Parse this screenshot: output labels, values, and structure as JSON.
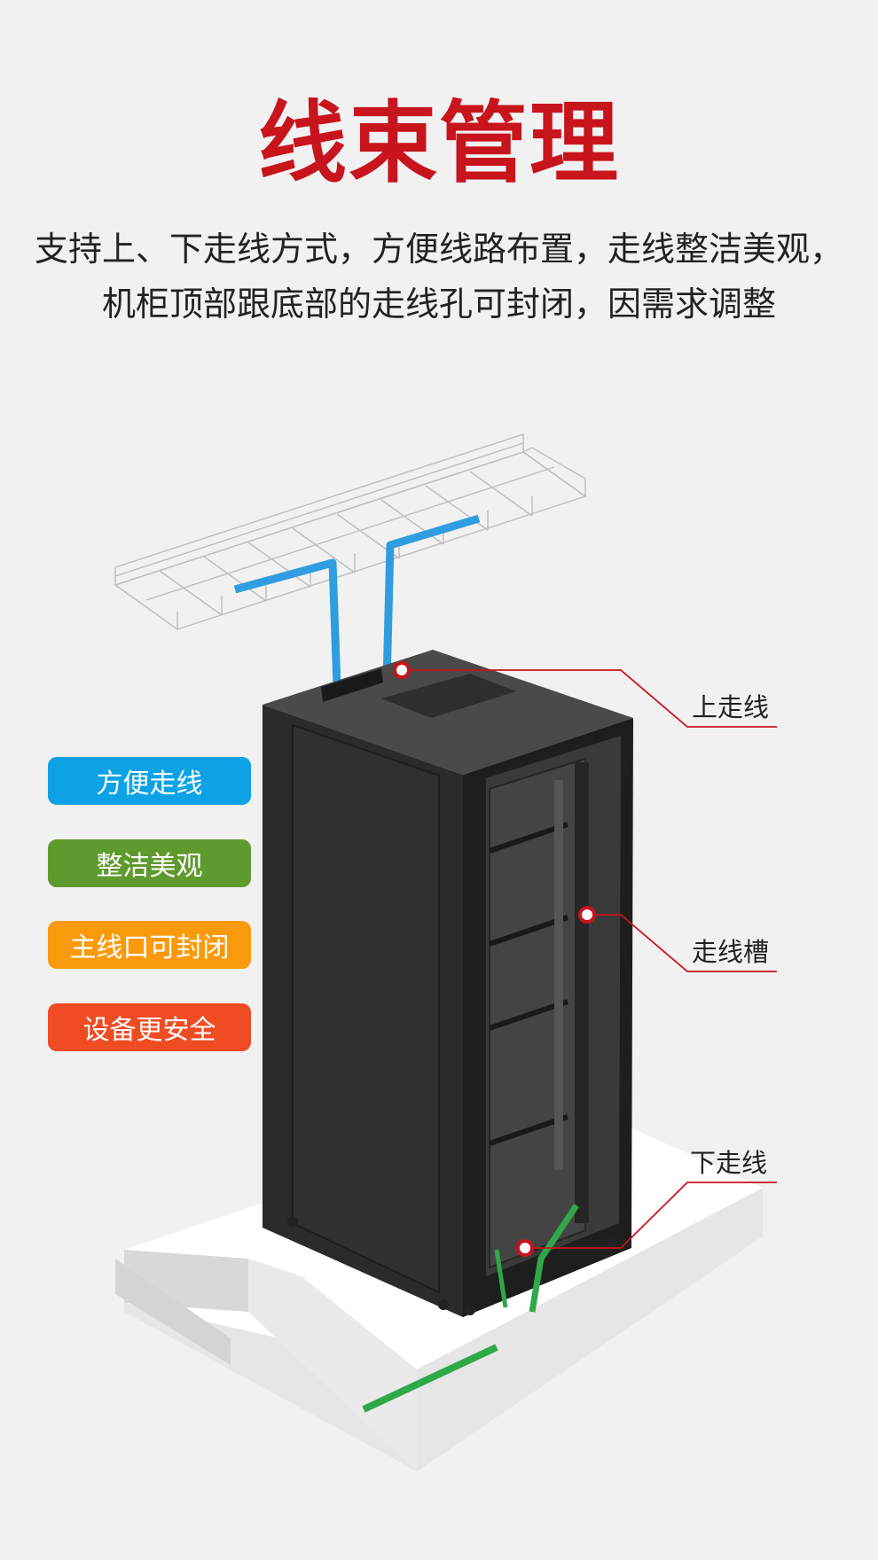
{
  "title": "线束管理",
  "subtitle": {
    "line1": "支持上、下走线方式，方便线路布置，走线整洁美观，",
    "line2": "机柜顶部跟底部的走线孔可封闭，因需求调整"
  },
  "features": [
    {
      "label": "方便走线",
      "color": "#0da2e6"
    },
    {
      "label": "整洁美观",
      "color": "#5f9a2e"
    },
    {
      "label": "主线口可封闭",
      "color": "#f99a0c"
    },
    {
      "label": "设备更安全",
      "color": "#ef4c24"
    }
  ],
  "callouts": {
    "top": "上走线",
    "middle": "走线槽",
    "bottom": "下走线"
  },
  "colors": {
    "title": "#c8141d",
    "callout_line": "#c8141d",
    "cable_blue": "#2f9de0",
    "cable_green": "#2fa84a",
    "cabinet": "#2a2a2a"
  }
}
